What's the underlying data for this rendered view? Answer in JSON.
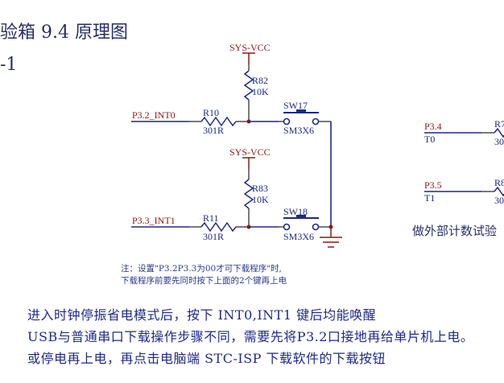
{
  "heading": {
    "title": "验箱 9.4 原理图",
    "subtitle": "-1"
  },
  "schematic": {
    "vcc_label": "SYS-VCC",
    "int0": {
      "net": "P3.2_INT0",
      "pullup": {
        "ref": "R82",
        "value": "10K"
      },
      "series": {
        "ref": "R10",
        "value": "301R"
      },
      "switch": {
        "ref": "SW17",
        "model": "SM3X6"
      }
    },
    "int1": {
      "net": "P3.3_INT1",
      "pullup": {
        "ref": "R83",
        "value": "10K"
      },
      "series": {
        "ref": "R11",
        "value": "301R"
      },
      "switch": {
        "ref": "SW18",
        "model": "SM3X6"
      }
    },
    "t0": {
      "net": "P3.4",
      "alt": "T0",
      "ref": "R7",
      "value": "30"
    },
    "t1": {
      "net": "P3.5",
      "alt": "T1",
      "ref": "R8",
      "value": "30"
    },
    "colors": {
      "wire": "#1e2a80",
      "net_label": "#8b1a1a",
      "junction": "#8b1a1a",
      "ground": "#8b1a1a"
    }
  },
  "note": {
    "line1": "注：设置\"P3.2P3.3为00才可下载程序\"时,",
    "line2": "下载程序前要先同时按下上面的2个键再上电"
  },
  "side_text": "做外部计数试验",
  "paragraphs": [
    "进入时钟停振省电模式后，按下 INT0,INT1 键后均能唤醒",
    "USB与普通串口下载操作步骤不同，需要先将P3.2口接地再给单片机上电。",
    "或停电再上电，再点击电脑端 STC-ISP 下载软件的下载按钮"
  ]
}
